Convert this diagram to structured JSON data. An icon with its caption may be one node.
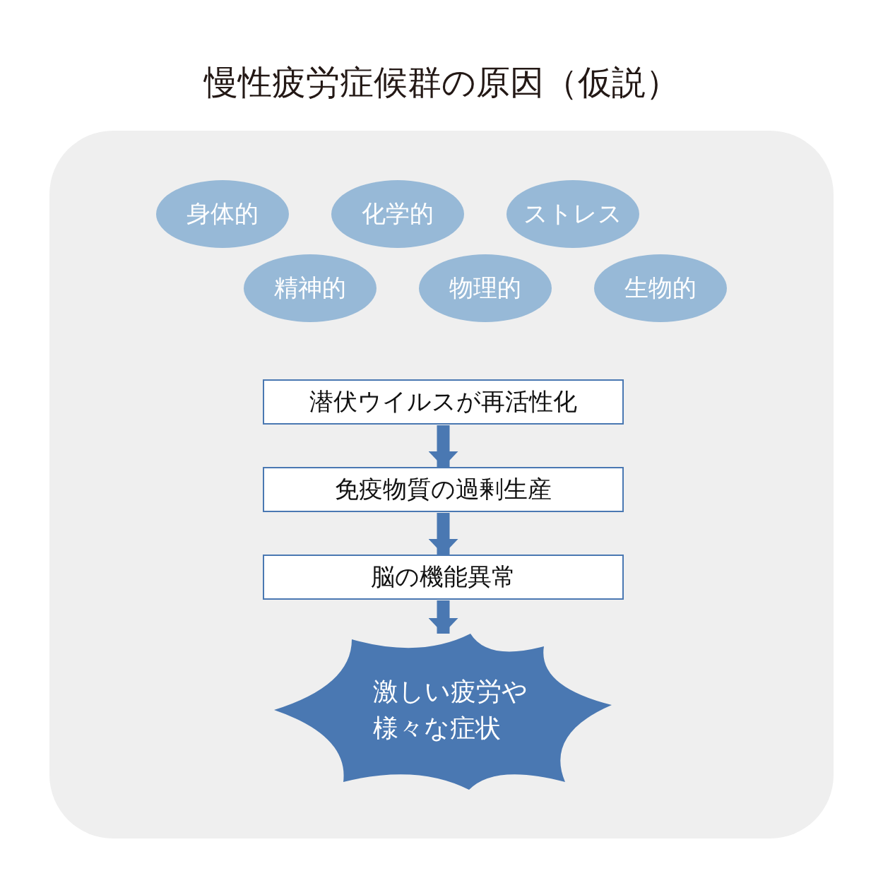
{
  "diagram": {
    "title": "慢性疲労症候群の原因（仮説）",
    "nodes": [
      {
        "text": [
          "身体的"
        ]
      },
      {
        "text": [
          "化学的"
        ]
      },
      {
        "text": [
          "ストレス"
        ]
      },
      {
        "text": [
          "精神的"
        ]
      },
      {
        "text": [
          "物理的"
        ]
      },
      {
        "text": [
          "生物的"
        ]
      },
      {
        "text": [
          "潜伏ウイルスが再活性化"
        ]
      },
      {
        "text": [
          "免疫物質の過剰生産"
        ]
      },
      {
        "text": [
          "脳の機能異常"
        ]
      },
      {
        "text": [
          "激しい疲労や様々な症状"
        ]
      }
    ],
    "edges": [
      {
        "from": 6,
        "to": 7,
        "arrow": "to"
      },
      {
        "from": 7,
        "to": 8,
        "arrow": "to"
      },
      {
        "from": 8,
        "to": 9,
        "arrow": "to"
      }
    ]
  }
}
